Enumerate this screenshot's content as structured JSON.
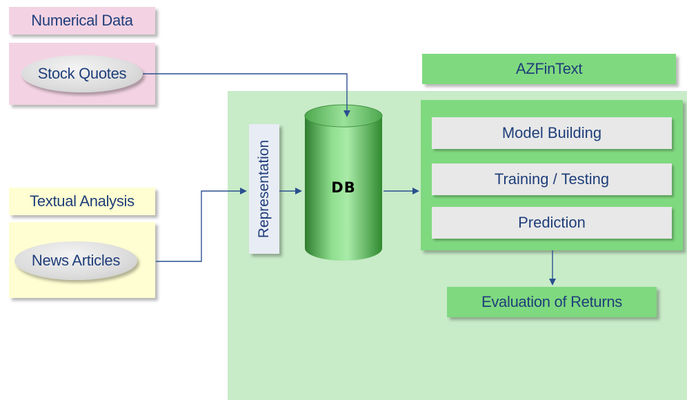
{
  "diagram": {
    "numerical_data": "Numerical Data",
    "stock_quotes": "Stock Quotes",
    "textual_analysis": "Textual Analysis",
    "news_articles": "News Articles",
    "system_name": "AZFinText",
    "representation": "Representation",
    "db": "DB",
    "model_building": "Model Building",
    "training_testing": "Training / Testing",
    "prediction": "Prediction",
    "evaluation": "Evaluation of Returns"
  },
  "colors": {
    "pink": "#f3d3e3",
    "yellow": "#fffed2",
    "green_panel": "#c8ebc8",
    "green_box": "#7fd97f",
    "text": "#1f3e7a",
    "arrow": "#2a4f8f"
  }
}
